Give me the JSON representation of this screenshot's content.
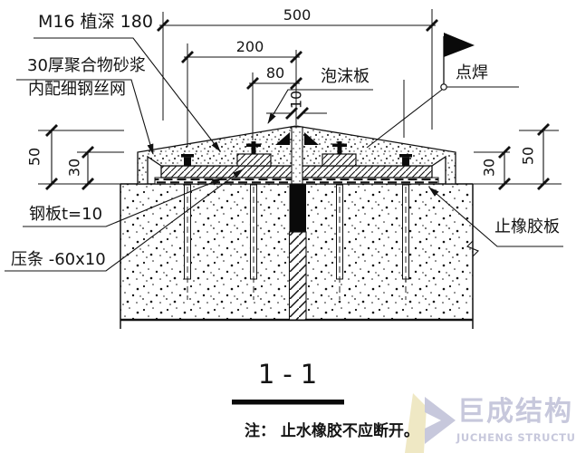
{
  "colors": {
    "ink": "#1a1a1a",
    "logo_purple": "#c7c8dc",
    "logo_yellow": "#efe8c4"
  },
  "callouts": {
    "anchor_bolt": "M16 植深 180",
    "mortar_line1": "30厚聚合物砂浆",
    "mortar_line2": "内配细钢丝网",
    "foam_board": "泡沫板",
    "spot_weld": "点焊",
    "steel_plate": "钢板t=10",
    "batten": "压条 -60x10",
    "waterstop_board": "止橡胶板"
  },
  "dimensions": {
    "overall_width": "500",
    "anchor_to_center": "200",
    "inner_anchor_to_center": "80",
    "joint_width": "10",
    "left_height_outer": "50",
    "left_height_inner": "30",
    "right_height_inner": "30",
    "right_height_outer": "50"
  },
  "section": {
    "title": "1-1",
    "note": "注： 止水橡胶不应断开。"
  },
  "logo": {
    "name_cn": "巨成结构",
    "name_en": "JUCHENG STRUCTURE"
  }
}
